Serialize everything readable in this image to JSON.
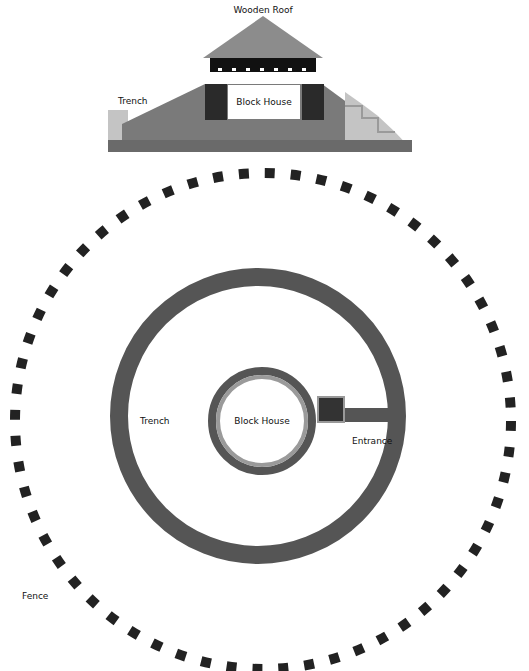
{
  "diagram": {
    "nodes": [
      {
        "text": [
          "Block House"
        ]
      },
      {
        "text": [
          "Block House"
        ]
      }
    ],
    "labels": [
      "Wooden Roof",
      "Trench",
      "Trench",
      "Entrance",
      "Fence"
    ]
  }
}
